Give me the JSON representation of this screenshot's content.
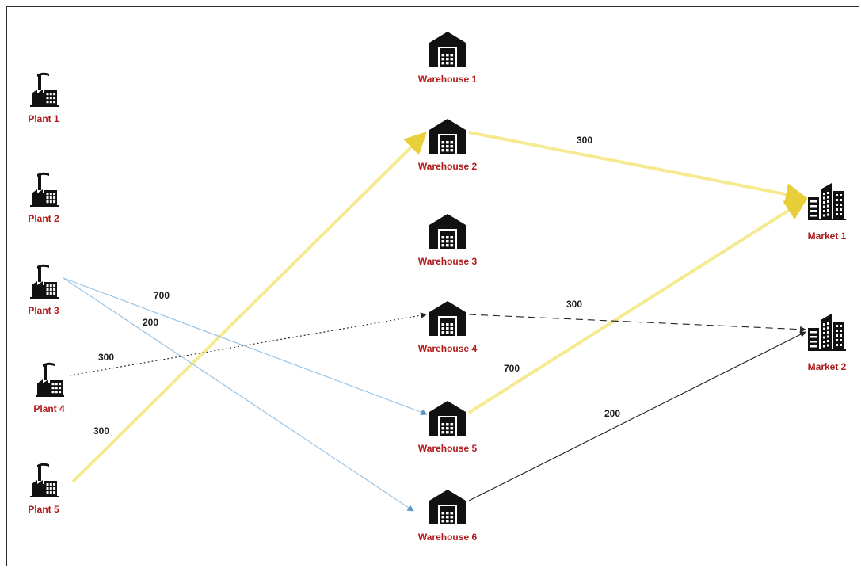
{
  "colors": {
    "node_label": "#b01c1c",
    "icon": "#111111",
    "flow_yellow": "#f2e36b",
    "flow_blue": "#7fb0d8",
    "flow_black": "#222222"
  },
  "plants": [
    {
      "id": "p1",
      "label": "Plant 1",
      "icon": "factory-icon"
    },
    {
      "id": "p2",
      "label": "Plant 2",
      "icon": "factory-icon"
    },
    {
      "id": "p3",
      "label": "Plant 3",
      "icon": "factory-icon"
    },
    {
      "id": "p4",
      "label": "Plant 4",
      "icon": "factory-icon"
    },
    {
      "id": "p5",
      "label": "Plant 5",
      "icon": "factory-icon"
    }
  ],
  "warehouses": [
    {
      "id": "w1",
      "label": "Warehouse 1",
      "icon": "warehouse-icon"
    },
    {
      "id": "w2",
      "label": "Warehouse 2",
      "icon": "warehouse-icon"
    },
    {
      "id": "w3",
      "label": "Warehouse 3",
      "icon": "warehouse-icon"
    },
    {
      "id": "w4",
      "label": "Warehouse 4",
      "icon": "warehouse-icon"
    },
    {
      "id": "w5",
      "label": "Warehouse 5",
      "icon": "warehouse-icon"
    },
    {
      "id": "w6",
      "label": "Warehouse 6",
      "icon": "warehouse-icon"
    }
  ],
  "markets": [
    {
      "id": "m1",
      "label": "Market 1",
      "icon": "office-building-icon"
    },
    {
      "id": "m2",
      "label": "Market 2",
      "icon": "office-building-icon"
    }
  ],
  "flows": [
    {
      "from": "Plant 5",
      "to": "Warehouse 2",
      "label": "300",
      "style": "solid",
      "color": "yellow"
    },
    {
      "from": "Plant 3",
      "to": "Warehouse 5",
      "label": "700",
      "style": "solid",
      "color": "blue"
    },
    {
      "from": "Plant 3",
      "to": "Warehouse 6",
      "label": "200",
      "style": "solid",
      "color": "blue"
    },
    {
      "from": "Plant 4",
      "to": "Warehouse 4",
      "label": "300",
      "style": "dotted",
      "color": "black"
    },
    {
      "from": "Warehouse 2",
      "to": "Market 1",
      "label": "300",
      "style": "solid",
      "color": "yellow"
    },
    {
      "from": "Warehouse 5",
      "to": "Market 1",
      "label": "700",
      "style": "solid",
      "color": "yellow"
    },
    {
      "from": "Warehouse 4",
      "to": "Market 2",
      "label": "300",
      "style": "dashed",
      "color": "black"
    },
    {
      "from": "Warehouse 6",
      "to": "Market 2",
      "label": "200",
      "style": "solid",
      "color": "black"
    }
  ]
}
